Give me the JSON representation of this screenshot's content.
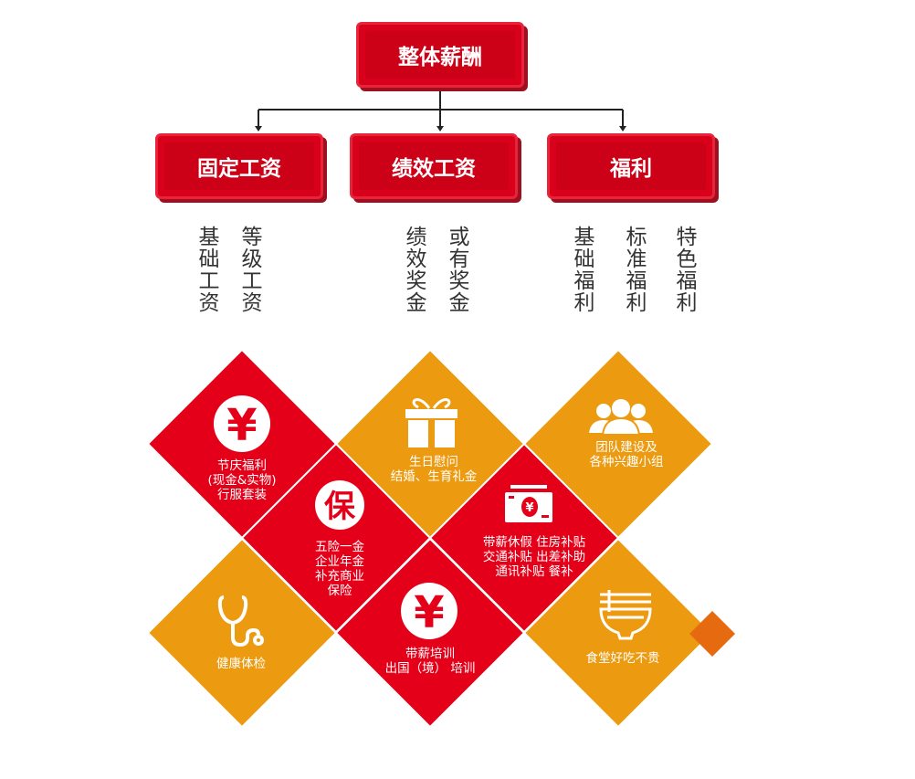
{
  "root": "整体薪酬",
  "categories": [
    {
      "label": "固定工资",
      "items": [
        "基础工资",
        "等级工资"
      ]
    },
    {
      "label": "绩效工资",
      "items": [
        "绩效奖金",
        "或有奖金"
      ]
    },
    {
      "label": "福利",
      "items": [
        "基础福利",
        "标准福利",
        "特色福利"
      ]
    }
  ],
  "benefits": [
    {
      "text": "节庆福利\n(现金&实物)\n行服套装",
      "icon": "yen-circle-icon",
      "color": "#e50019"
    },
    {
      "text": "生日慰问\n结婚、生育礼金",
      "icon": "gift-icon",
      "color": "#ec9a10"
    },
    {
      "text": "团队建设及\n各种兴趣小组",
      "icon": "team-icon",
      "color": "#ec9a10"
    },
    {
      "text": "五险一金\n企业年金\n补充商业\n保险",
      "icon": "bao-circle-icon",
      "icon_text": "保",
      "color": "#e50019"
    },
    {
      "text": "带薪休假 住房补贴\n交通补贴 出差补助\n通讯补贴 餐补",
      "icon": "money-icon",
      "color": "#e50019"
    },
    {
      "text": "健康体检",
      "icon": "stethoscope-icon",
      "color": "#ec9a10"
    },
    {
      "text": "带薪培训\n出国（境） 培训",
      "icon": "yen-circle-icon",
      "color": "#e50019"
    },
    {
      "text": "食堂好吃不贵",
      "icon": "bowl-icon",
      "color": "#ec9a10"
    }
  ],
  "accent": "#e56a10"
}
